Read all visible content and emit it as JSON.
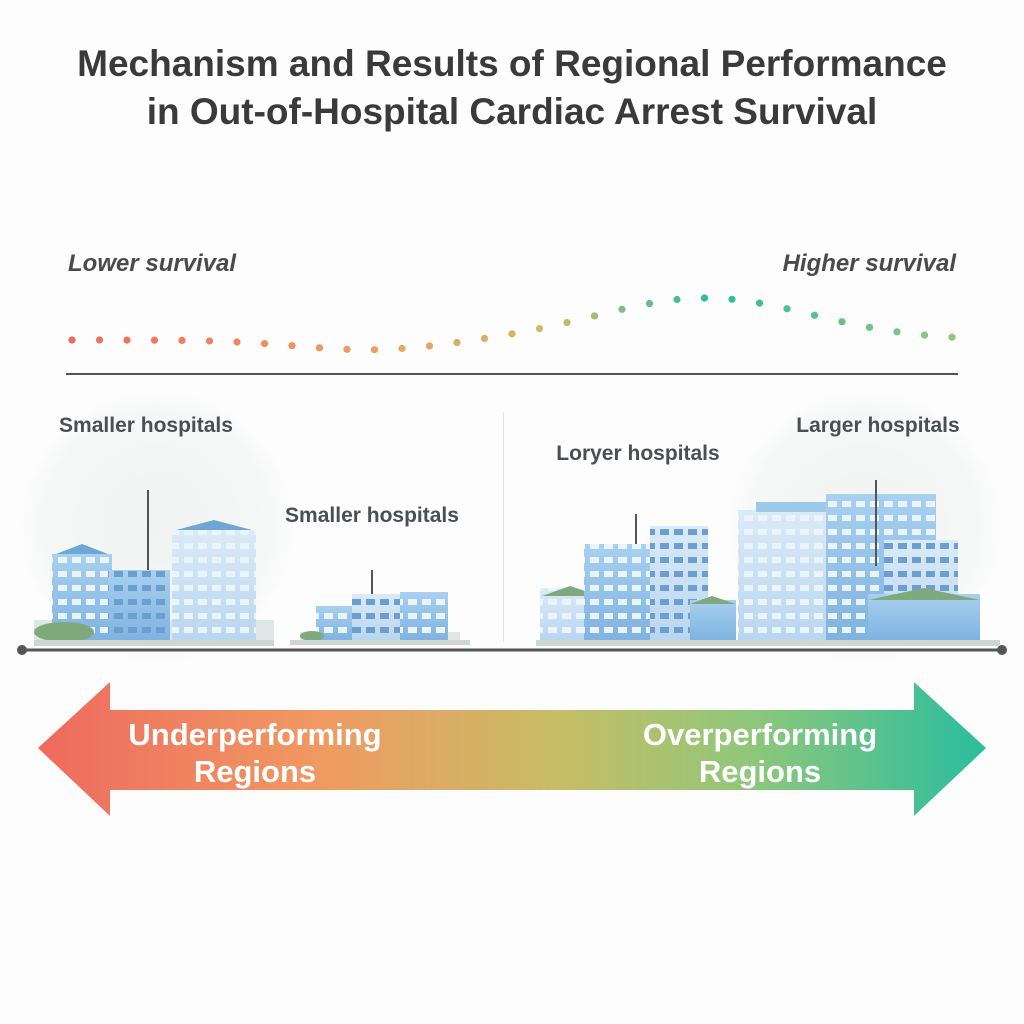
{
  "title": "Mechanism and Results of Regional Performance in Out-of-Hospital Cardiac Arrest Survival",
  "scale": {
    "low_label": "Lower survival",
    "high_label": "Higher survival"
  },
  "groups": [
    {
      "label": "Smaller hospitals"
    },
    {
      "label": "Smaller hospitals"
    },
    {
      "label": "Loryer hospitals"
    },
    {
      "label": "Larger hospitals"
    }
  ],
  "arrow": {
    "left_label": "Underperforming Regions",
    "right_label": "Overperforming Regions"
  },
  "colors": {
    "low": "#ee6a5e",
    "mid": "#c7bd66",
    "high": "#2bbd9f",
    "building": "#9cc8ea",
    "building_dark": "#6ea6d6",
    "roof_green": "#7fa97b"
  }
}
